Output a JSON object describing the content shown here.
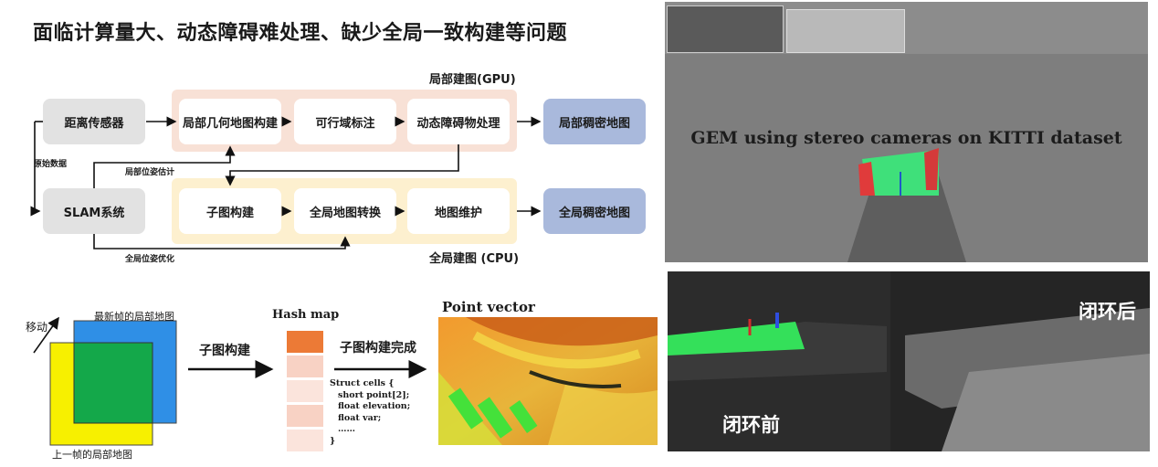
{
  "title": "面临计算量大、动态障碍难处理、缺少全局一致构建等问题",
  "pipeline": {
    "gpu_label": "局部建图(GPU)",
    "cpu_label": "全局建图 (CPU)",
    "sensor": "距离传感器",
    "slam": "SLAM系统",
    "raw_data": "原始数据",
    "local_pose_estimate": "局部位姿估计",
    "global_pose_opt": "全局位姿优化",
    "gpu_steps": [
      "局部几何地图构建",
      "可行域标注",
      "动态障碍物处理"
    ],
    "cpu_steps": [
      "子图构建",
      "全局地图转换",
      "地图维护"
    ],
    "local_dense_map": "局部稠密地图",
    "global_dense_map": "全局稠密地图"
  },
  "submap": {
    "move_label": "移动",
    "latest_frame": "最新帧的局部地图",
    "prev_frame": "上一帧的局部地图",
    "build_label": "子图构建",
    "hash_title": "Hash map",
    "build_done": "子图构建完成",
    "point_vector_title": "Point vector",
    "struct_lines": [
      "Struct cells {",
      "short point[2];",
      "float elevation;",
      "float var;",
      "……",
      "}"
    ]
  },
  "kitti": {
    "caption": "GEM using stereo cameras on KITTI dataset"
  },
  "loop": {
    "before": "闭环前",
    "after": "闭环后"
  },
  "colors": {
    "gpu_band": "#f8e1d6",
    "cpu_band": "#fdf0cf",
    "gray_box": "#e2e2e2",
    "dense_map_box": "#a9b9dc",
    "prev_frame": "#f7f000",
    "latest_frame": "#2f8fe6",
    "overlap": "#14a84a",
    "hash_cell_strong": "#ec7a36",
    "hash_cell_light": "#f8d2c4"
  }
}
